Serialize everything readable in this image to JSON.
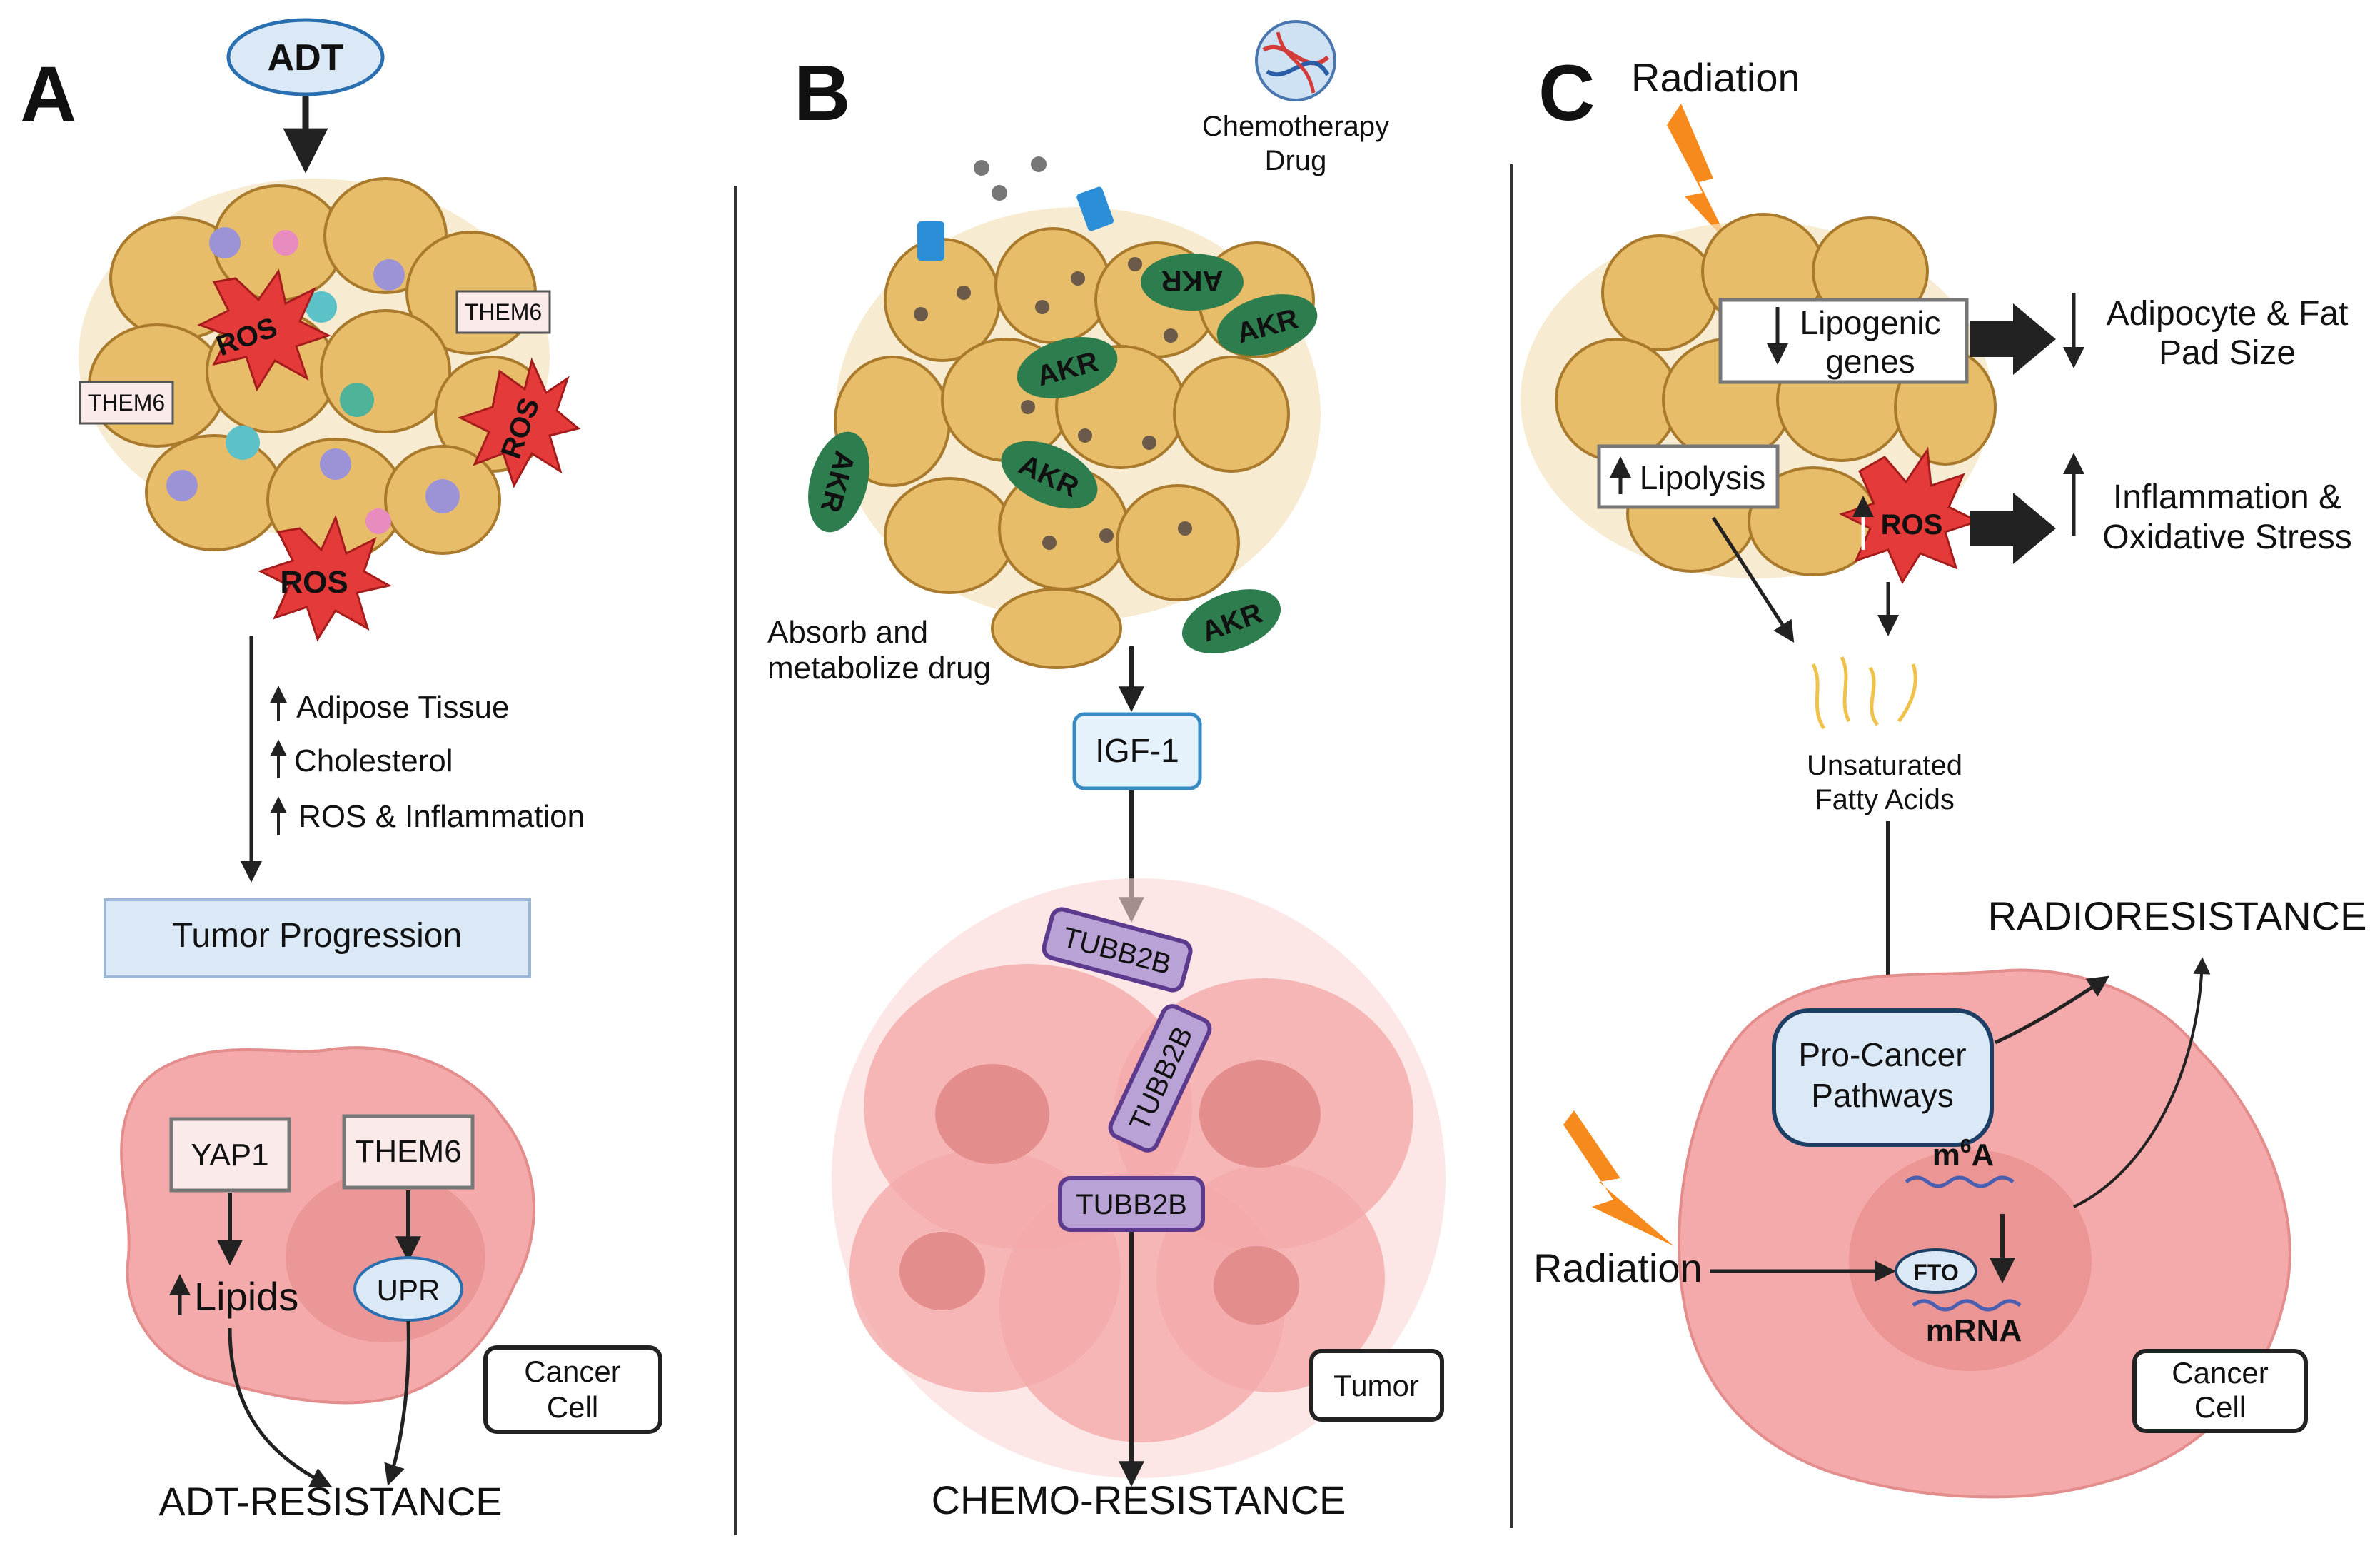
{
  "panels": {
    "A": {
      "letter": "A",
      "adt": "ADT",
      "them6_a": "THEM6",
      "them6_b": "THEM6",
      "ros": [
        "ROS",
        "ROS",
        "ROS"
      ],
      "effects": [
        "Adipose Tissue",
        "Cholesterol",
        "ROS & Inflammation"
      ],
      "tumor_progression": "Tumor Progression",
      "yap1": "YAP1",
      "them6_cell": "THEM6",
      "lipids": "Lipids",
      "upr": "UPR",
      "cancer_cell_l1": "Cancer",
      "cancer_cell_l2": "Cell",
      "outcome": "ADT-RESISTANCE"
    },
    "B": {
      "letter": "B",
      "chemo_l1": "Chemotherapy",
      "chemo_l2": "Drug",
      "akr": [
        "AKR",
        "AKR",
        "AKR",
        "AKR",
        "AKR",
        "AKR"
      ],
      "absorb_l1": "Absorb and",
      "absorb_l2": "metabolize drug",
      "igf1": "IGF-1",
      "tubb2b": [
        "TUBB2B",
        "TUBB2B",
        "TUBB2B"
      ],
      "tumor": "Tumor",
      "outcome": "CHEMO-RESISTANCE"
    },
    "C": {
      "letter": "C",
      "radiation_top": "Radiation",
      "lipogenic_l1": "Lipogenic",
      "lipogenic_l2": "genes",
      "adipocyte_l1": "Adipocyte & Fat",
      "adipocyte_l2": "Pad Size",
      "lipolysis": "Lipolysis",
      "ros": "ROS",
      "inflammation_l1": "Inflammation &",
      "inflammation_l2": "Oxidative Stress",
      "ufa_l1": "Unsaturated",
      "ufa_l2": "Fatty Acids",
      "radioresistance": "RADIORESISTANCE",
      "procancer_l1": "Pro-Cancer",
      "procancer_l2": "Pathways",
      "radiation_bottom": "Radiation",
      "m6a_base": "m",
      "m6a_sup": "6",
      "m6a_end": "A",
      "fto": "FTO",
      "mrna": "mRNA",
      "cancer_cell_l1": "Cancer",
      "cancer_cell_l2": "Cell"
    }
  },
  "colors": {
    "fat_fill": "#e8bd6a",
    "fat_stroke": "#a97a2c",
    "ros_fill": "#e53a3a",
    "cell_fill": "#f4aaaa",
    "box_blue": "#dbe9f7",
    "akr_green": "#2e7d4f",
    "tubb_purple": "#b9a3d6",
    "bolt_orange": "#f78a1d"
  }
}
